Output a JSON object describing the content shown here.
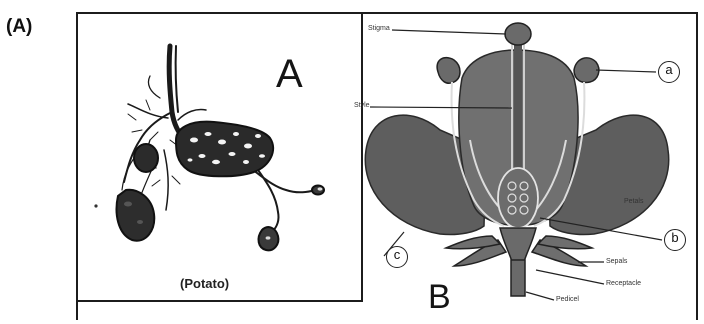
{
  "question_label": "(A)",
  "panel_a": {
    "letter": "A",
    "caption": "(Potato)"
  },
  "panel_b": {
    "letter": "B",
    "labels": {
      "stigma": "Stigma",
      "style": "Style",
      "petals": "Petals",
      "sepals": "Sepals",
      "receptacle": "Receptacle",
      "pedicel": "Pedicel"
    },
    "circle_tags": [
      "a",
      "b",
      "c"
    ]
  }
}
